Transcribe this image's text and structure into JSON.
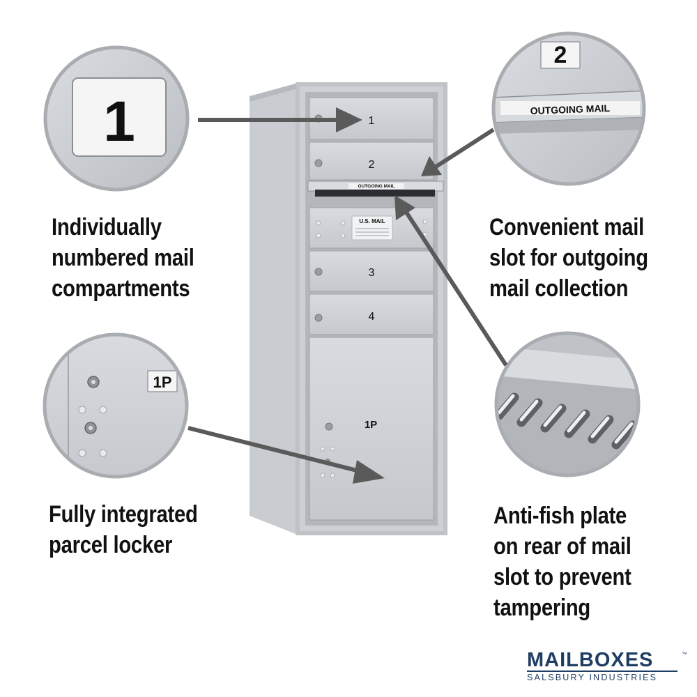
{
  "mailbox": {
    "doors": [
      "1",
      "2",
      "3",
      "4"
    ],
    "outgoing_label": "OUTGOING MAIL",
    "usps_label": "U.S. MAIL",
    "parcel_label": "1P"
  },
  "zoom": {
    "number_plate": "1",
    "slot_number": "2",
    "outgoing_label": "OUTGOING MAIL",
    "parcel_label": "1P"
  },
  "captions": {
    "numbered": "Individually\nnumbered mail\ncompartments",
    "outgoing": "Convenient mail\nslot for outgoing\nmail collection",
    "parcel": "Fully integrated\nparcel locker",
    "antifish": "Anti-fish plate\non rear of mail\nslot to prevent\ntampering"
  },
  "brand": {
    "name": "MAILBOXES",
    "tm": "™",
    "subtitle": "SALSBURY INDUSTRIES"
  },
  "colors": {
    "brand": "#1f3e63",
    "arrow": "#5a5a5a",
    "metal": "#c5c8cc"
  }
}
